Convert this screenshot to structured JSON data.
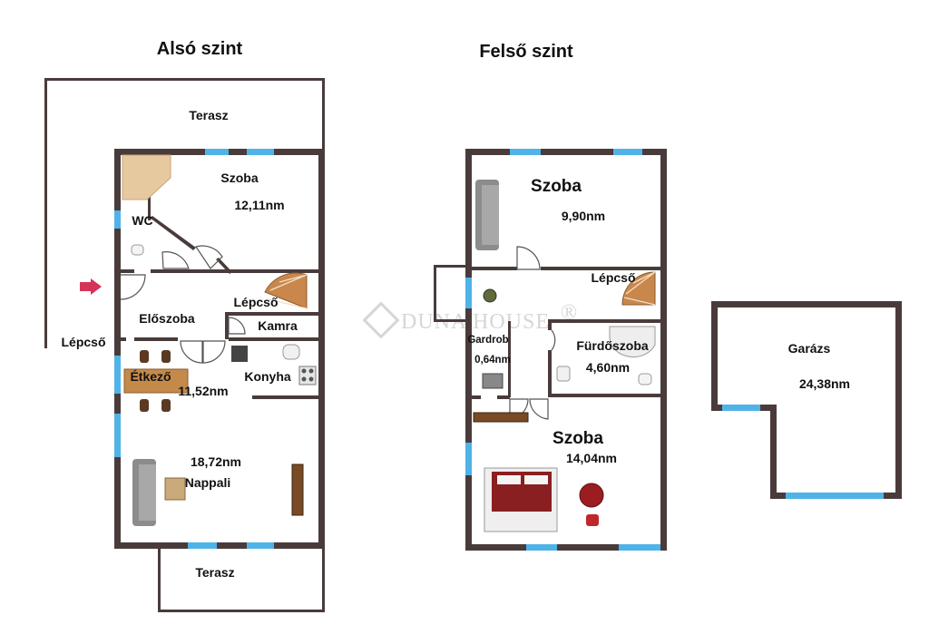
{
  "titles": {
    "lower": "Alsó szint",
    "upper": "Felső szint"
  },
  "watermark": {
    "brand": "DUNA HOUSE",
    "mark": "®"
  },
  "lower": {
    "terrace_top": "Terasz",
    "terrace_bottom": "Terasz",
    "szoba": "Szoba",
    "szoba_area": "12,11nm",
    "wc": "WC",
    "lepcso_inner": "Lépcső",
    "eloszoba": "Előszoba",
    "kamra": "Kamra",
    "lepcso_outer": "Lépcső",
    "etkezo": "Étkező",
    "etkezo_area": "11,52nm",
    "konyha": "Konyha",
    "nappali_area": "18,72nm",
    "nappali": "Nappali"
  },
  "upper": {
    "szoba1": "Szoba",
    "szoba1_area": "9,90nm",
    "lepcso": "Lépcső",
    "gardrob": "Gardrob",
    "gardrob_area": "0,64nm",
    "furdo": "Fürdőszoba",
    "furdo_area": "4,60nm",
    "szoba2": "Szoba",
    "szoba2_area": "14,04nm"
  },
  "garage": {
    "name": "Garázs",
    "area": "24,38nm"
  },
  "colors": {
    "wall": "#4a3b3b",
    "window": "#4fb3e8",
    "entry_arrow": "#d6335a"
  }
}
